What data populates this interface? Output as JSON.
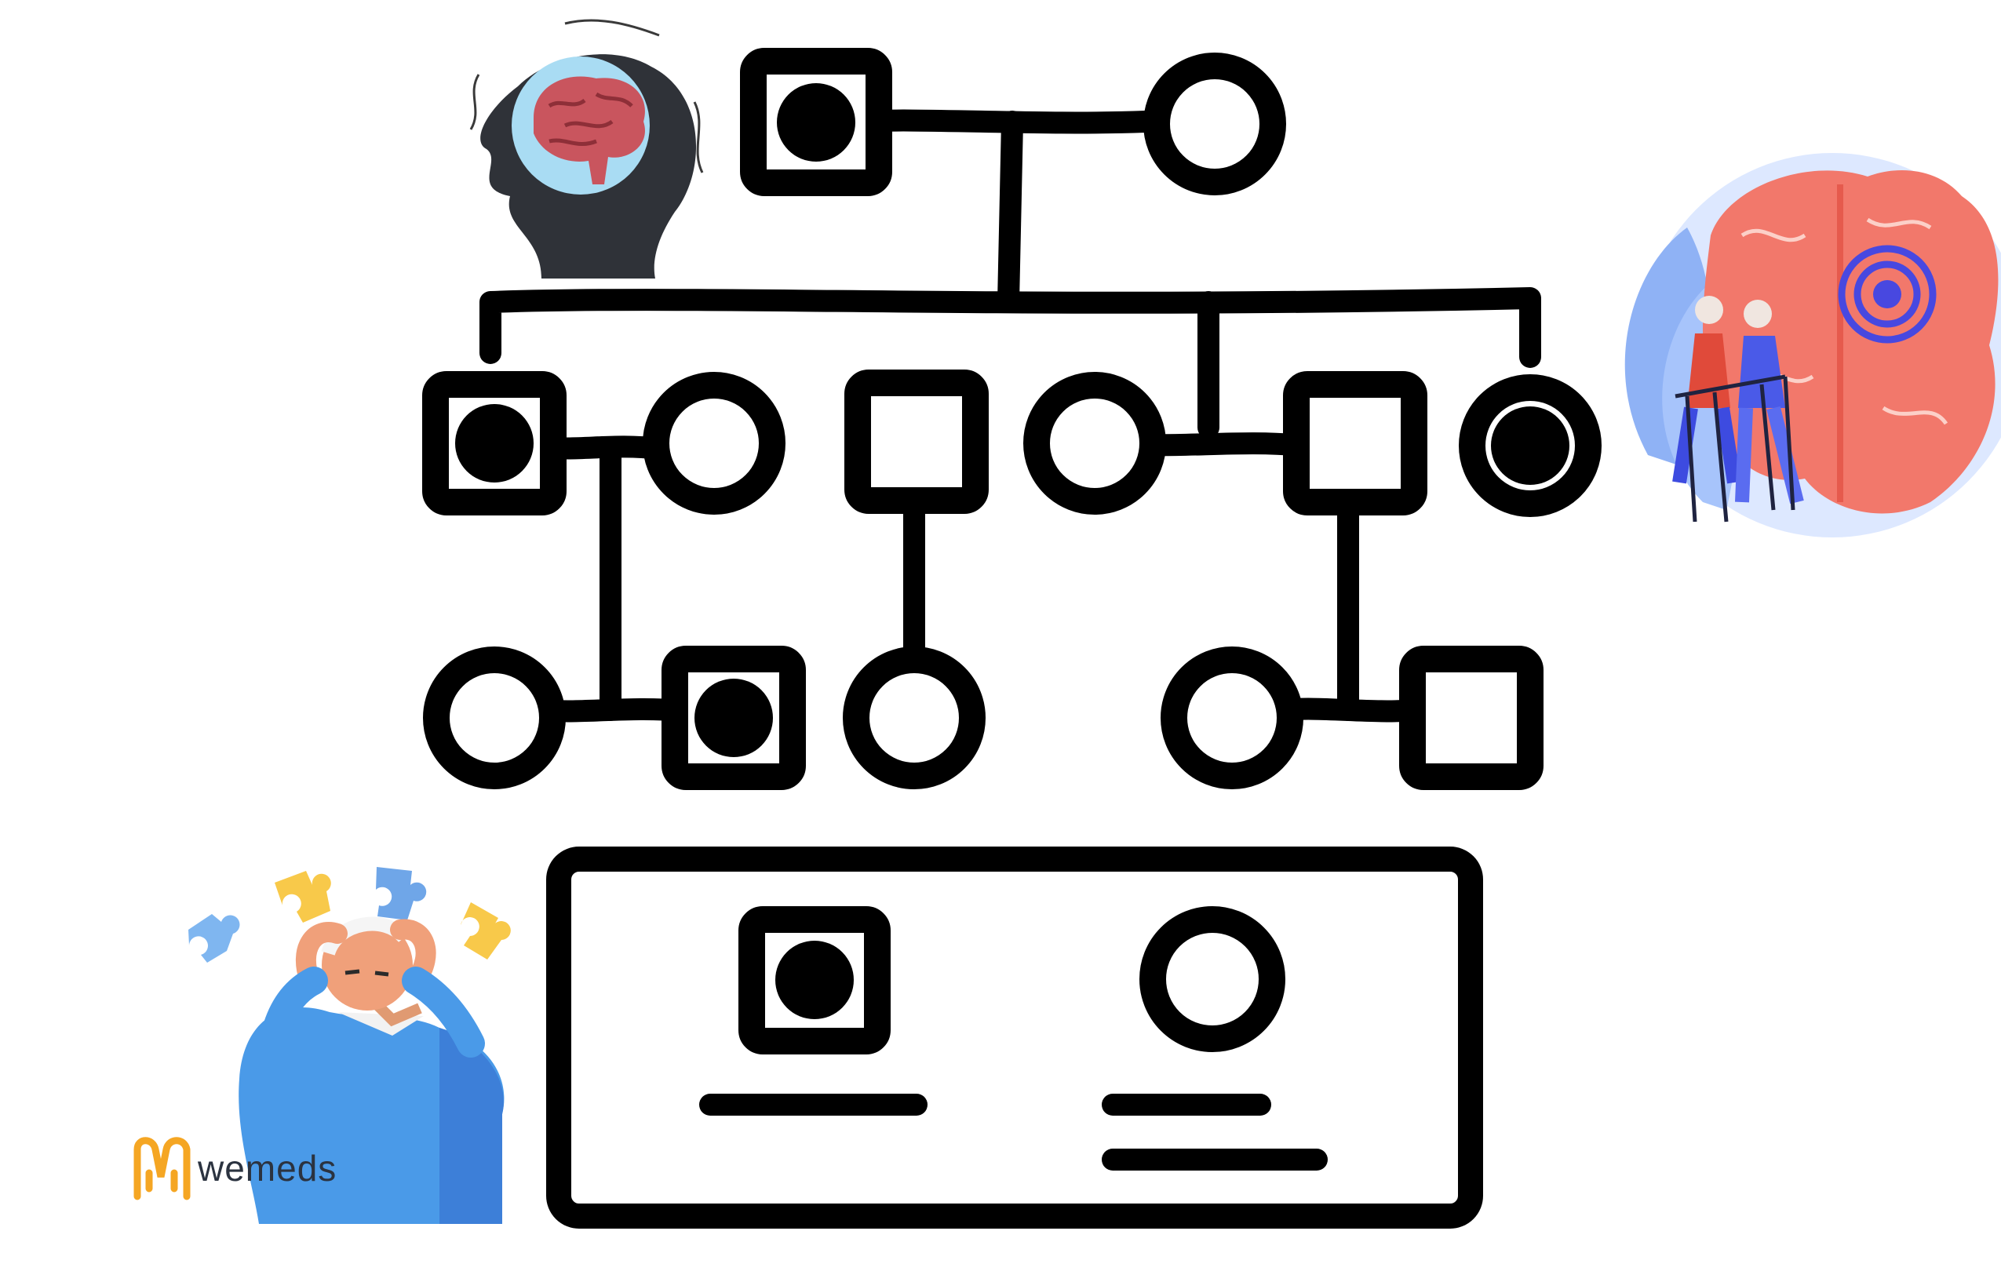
{
  "pedigree": {
    "colors": {
      "line": "#000000",
      "marker": "#e04a3a",
      "accent": "#f5a623"
    },
    "individuals": [
      {
        "id": "g1-father",
        "sex": "male",
        "affected": true
      },
      {
        "id": "g1-mother",
        "sex": "female",
        "affected": false
      },
      {
        "id": "g2-son-1",
        "sex": "male",
        "affected": true
      },
      {
        "id": "g2-spouse-1",
        "sex": "female",
        "affected": false
      },
      {
        "id": "g2-son-2",
        "sex": "male",
        "affected": false
      },
      {
        "id": "g2-daughter-1",
        "sex": "female",
        "affected": false
      },
      {
        "id": "g2-spouse-2",
        "sex": "male",
        "affected": false
      },
      {
        "id": "g2-daughter-2",
        "sex": "female",
        "affected": true
      },
      {
        "id": "g3-daughter-1",
        "sex": "female",
        "affected": false
      },
      {
        "id": "g3-son-1",
        "sex": "male",
        "affected": true
      },
      {
        "id": "g3-daughter-2",
        "sex": "female",
        "affected": false
      },
      {
        "id": "g3-daughter-3",
        "sex": "female",
        "affected": false
      },
      {
        "id": "g3-son-2",
        "sex": "male",
        "affected": false
      }
    ]
  },
  "legend": {
    "entries": [
      {
        "symbol": "male",
        "affected": true
      },
      {
        "symbol": "female",
        "affected": false
      }
    ]
  },
  "illustrations": [
    {
      "name": "head-brain-icon"
    },
    {
      "name": "brain-elderly-couple-icon"
    },
    {
      "name": "confused-man-puzzle-icon"
    }
  ],
  "brand": {
    "name": "wemeds",
    "icon": "wemeds-logo-icon"
  }
}
